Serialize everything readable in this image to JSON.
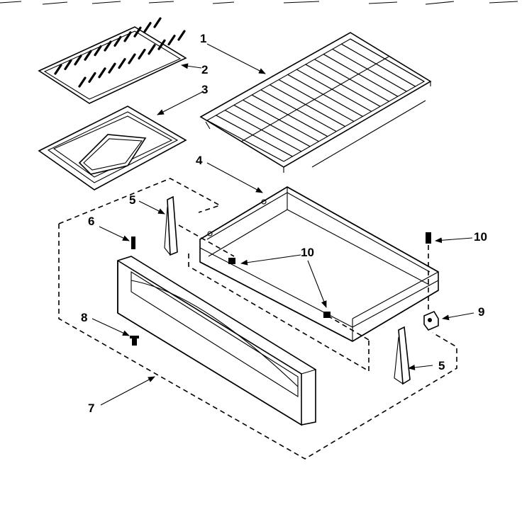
{
  "diagram": {
    "callouts": {
      "c1": "1",
      "c2": "2",
      "c3": "3",
      "c4": "4",
      "c5a": "5",
      "c5b": "5",
      "c6": "6",
      "c7": "7",
      "c8": "8",
      "c9": "9",
      "c10a": "10",
      "c10b": "10",
      "c10c": "10"
    }
  }
}
